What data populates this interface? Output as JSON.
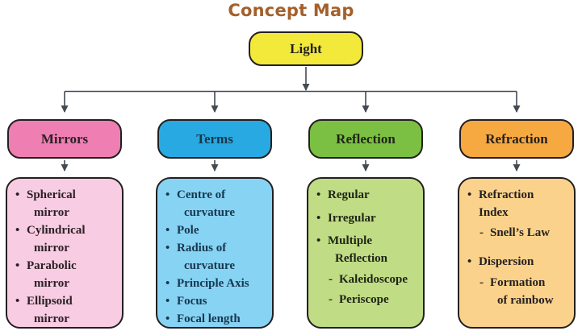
{
  "title": "Concept Map",
  "title_color": "#A4602B",
  "arrow_color": "#454A52",
  "border_color": "#231F20",
  "root": {
    "label": "Light",
    "fill": "#F2E93B",
    "text_color": "#231F20"
  },
  "branches": [
    {
      "label": "Mirrors",
      "header_fill": "#EF7FB2",
      "body_fill": "#F8CCE2",
      "text_color": "#2B2026",
      "items": [
        {
          "marker": "•",
          "lines": [
            "Spherical",
            "mirror"
          ]
        },
        {
          "marker": "•",
          "lines": [
            "Cylindrical",
            "mirror"
          ]
        },
        {
          "marker": "•",
          "lines": [
            "Parabolic",
            "mirror"
          ]
        },
        {
          "marker": "•",
          "lines": [
            "Ellipsoid",
            "mirror"
          ]
        }
      ]
    },
    {
      "label": "Terms",
      "header_fill": "#29A9E1",
      "body_fill": "#87D3F3",
      "text_color": "#17364E",
      "items": [
        {
          "marker": "•",
          "lines": [
            "Centre of",
            "curvature"
          ]
        },
        {
          "marker": "•",
          "lines": [
            "Pole"
          ]
        },
        {
          "marker": "•",
          "lines": [
            "Radius of",
            "curvature"
          ]
        },
        {
          "marker": "•",
          "lines": [
            "Principle Axis"
          ]
        },
        {
          "marker": "•",
          "lines": [
            "Focus"
          ]
        },
        {
          "marker": "•",
          "lines": [
            "Focal length"
          ]
        }
      ]
    },
    {
      "label": "Reflection",
      "header_fill": "#7CC043",
      "body_fill": "#C0DC85",
      "text_color": "#1F2415",
      "items": [
        {
          "marker": "•",
          "lines": [
            "Regular"
          ]
        },
        {
          "marker": "•",
          "lines": [
            "Irregular"
          ]
        },
        {
          "marker": "•",
          "lines": [
            "Multiple",
            "Reflection"
          ]
        },
        {
          "marker": "-",
          "lines": [
            "Kaleidoscope"
          ]
        },
        {
          "marker": "-",
          "lines": [
            "Periscope"
          ]
        }
      ]
    },
    {
      "label": "Refraction",
      "header_fill": "#F6A940",
      "body_fill": "#FBD28B",
      "text_color": "#231F20",
      "items": [
        {
          "marker": "•",
          "lines": [
            "Refraction",
            "Index"
          ]
        },
        {
          "marker": "-",
          "lines": [
            "Snell’s Law"
          ]
        },
        {
          "marker": "•",
          "lines": [
            "Dispersion"
          ]
        },
        {
          "marker": "-",
          "lines": [
            "Formation",
            "of rainbow"
          ]
        }
      ]
    }
  ]
}
